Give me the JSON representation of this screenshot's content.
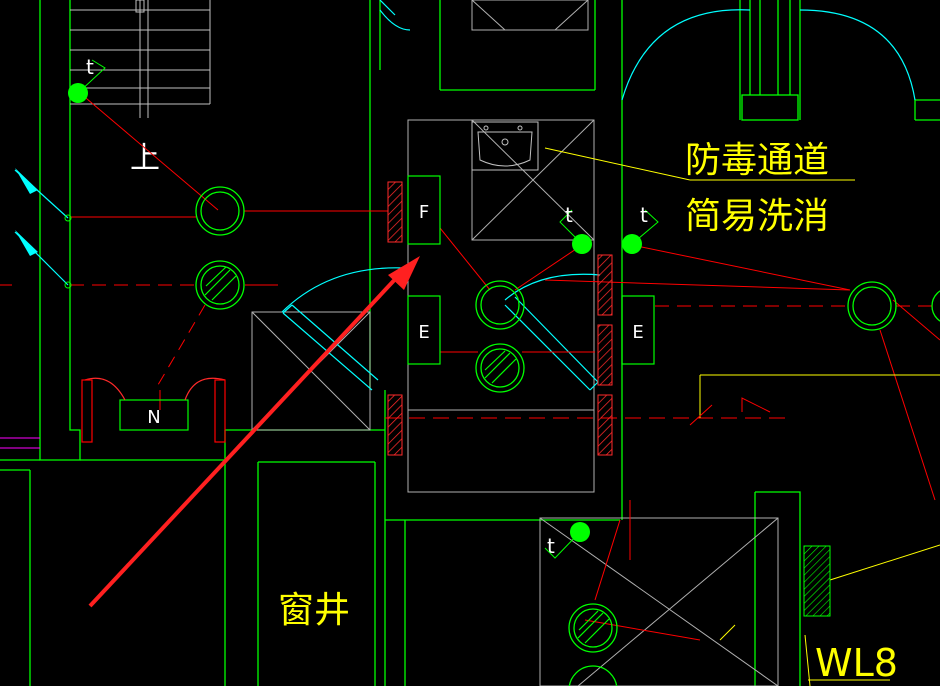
{
  "labels": {
    "corridor_line1": "防毒通道",
    "corridor_line2": "简易洗消",
    "window_well": "窗井",
    "tag_wl8": "WL8",
    "stair_up": "上",
    "box_f": "F",
    "box_e_left": "E",
    "box_e_right": "E",
    "box_n": "N",
    "t_marker": "t"
  },
  "colors": {
    "background": "#000000",
    "wall": "#00ff00",
    "thin_wall": "#00c000",
    "red_line": "#ff0000",
    "cyan": "#00ffff",
    "yellow_text": "#ffff00",
    "grey": "#c0c0c0",
    "annotation_arrow": "#ff2020",
    "magenta": "#ff00ff"
  }
}
